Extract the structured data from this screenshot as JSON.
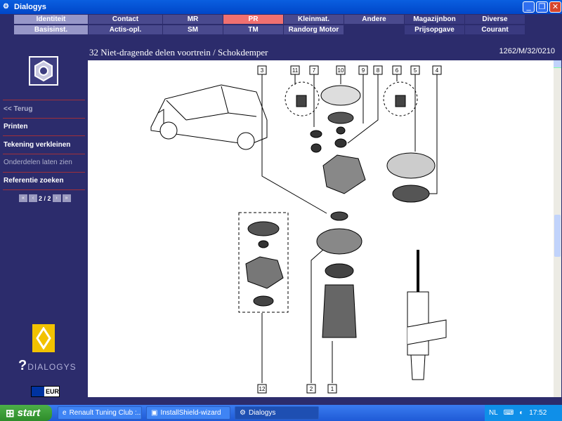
{
  "window": {
    "title": "Dialogys"
  },
  "menu": {
    "row1": [
      {
        "label": "Identiteit",
        "color": "#9797c8"
      },
      {
        "label": "Contact",
        "color": "#4a4a8e"
      },
      {
        "label": "MR",
        "color": "#4a4a8e"
      },
      {
        "label": "PR",
        "color": "#f07070"
      },
      {
        "label": "Kleinmat.",
        "color": "#4a4a8e"
      },
      {
        "label": "Andere",
        "color": "#4a4a8e"
      },
      {
        "label": "Magazijnbon",
        "color": "#3a3a80"
      },
      {
        "label": "Diverse",
        "color": "#3a3a80"
      }
    ],
    "row2": [
      {
        "label": "Basisinst.",
        "color": "#9797c8"
      },
      {
        "label": "Actis-opl.",
        "color": "#4a4a8e"
      },
      {
        "label": "SM",
        "color": "#4a4a8e"
      },
      {
        "label": "TM",
        "color": "#4a4a8e"
      },
      {
        "label": "Randorg Motor",
        "color": "#4a4a8e"
      },
      {
        "label": "",
        "color": "#2c2c6c"
      },
      {
        "label": "Prijsopgave",
        "color": "#3a3a80"
      },
      {
        "label": "Courant",
        "color": "#3a3a80"
      }
    ]
  },
  "header": {
    "title": "32 Niet-dragende delen voortrein / Schokdemper",
    "ref": "1262/M/32/0210"
  },
  "sidebar": {
    "back": "<< Terug",
    "print": "Printen",
    "shrink": "Tekening verkleinen",
    "show_parts": "Onderdelen laten zien",
    "search_ref": "Referentie zoeken",
    "pager_text": "2 / 2",
    "brand": "DIALOGYS",
    "currency": "EUR"
  },
  "drawing": {
    "callouts": [
      "3",
      "11",
      "7",
      "10",
      "9",
      "8",
      "6",
      "5",
      "4",
      "12",
      "2",
      "1"
    ]
  },
  "taskbar": {
    "start": "start",
    "tasks": [
      "Renault Tuning Club :...",
      "InstallShield-wizard",
      "Dialogys"
    ],
    "lang": "NL",
    "clock": "17:52"
  }
}
